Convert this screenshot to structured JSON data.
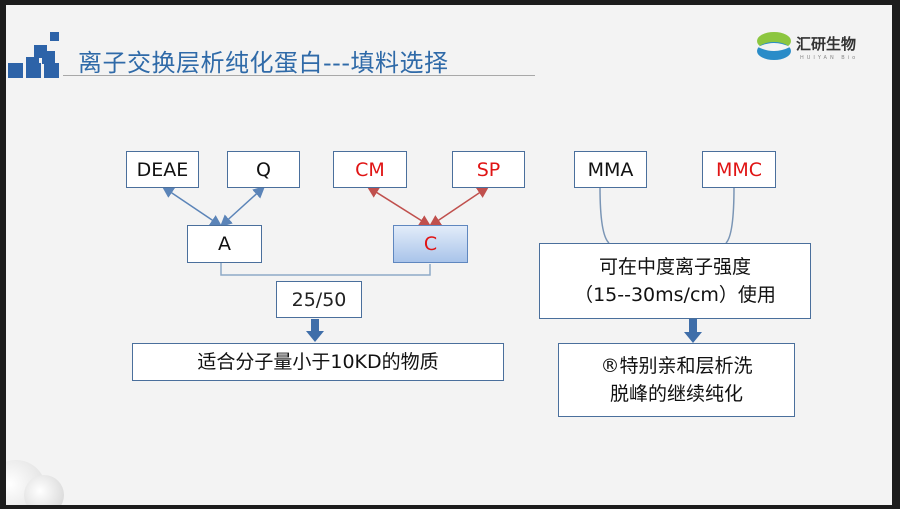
{
  "title": "离子交换层析纯化蛋白---填料选择",
  "logo": {
    "name": "汇研生物",
    "sub": "HUIYAN Bio"
  },
  "boxes": {
    "deae": "DEAE",
    "q": "Q",
    "cm": "CM",
    "sp": "SP",
    "mma": "MMA",
    "mmc": "MMC",
    "a": "A",
    "c": "C",
    "ratio": "25/50",
    "condition_line1": "可在中度离子强度",
    "condition_line2": "（15--30ms/cm）使用",
    "left_result": "适合分子量小于10KD的物质",
    "right_result_line1": "®特别亲和层析洗",
    "right_result_line2": "脱峰的继续纯化"
  },
  "colors": {
    "accent": "#2f6aa8",
    "red_text": "#e01414",
    "box_border": "#4a6f9c"
  }
}
